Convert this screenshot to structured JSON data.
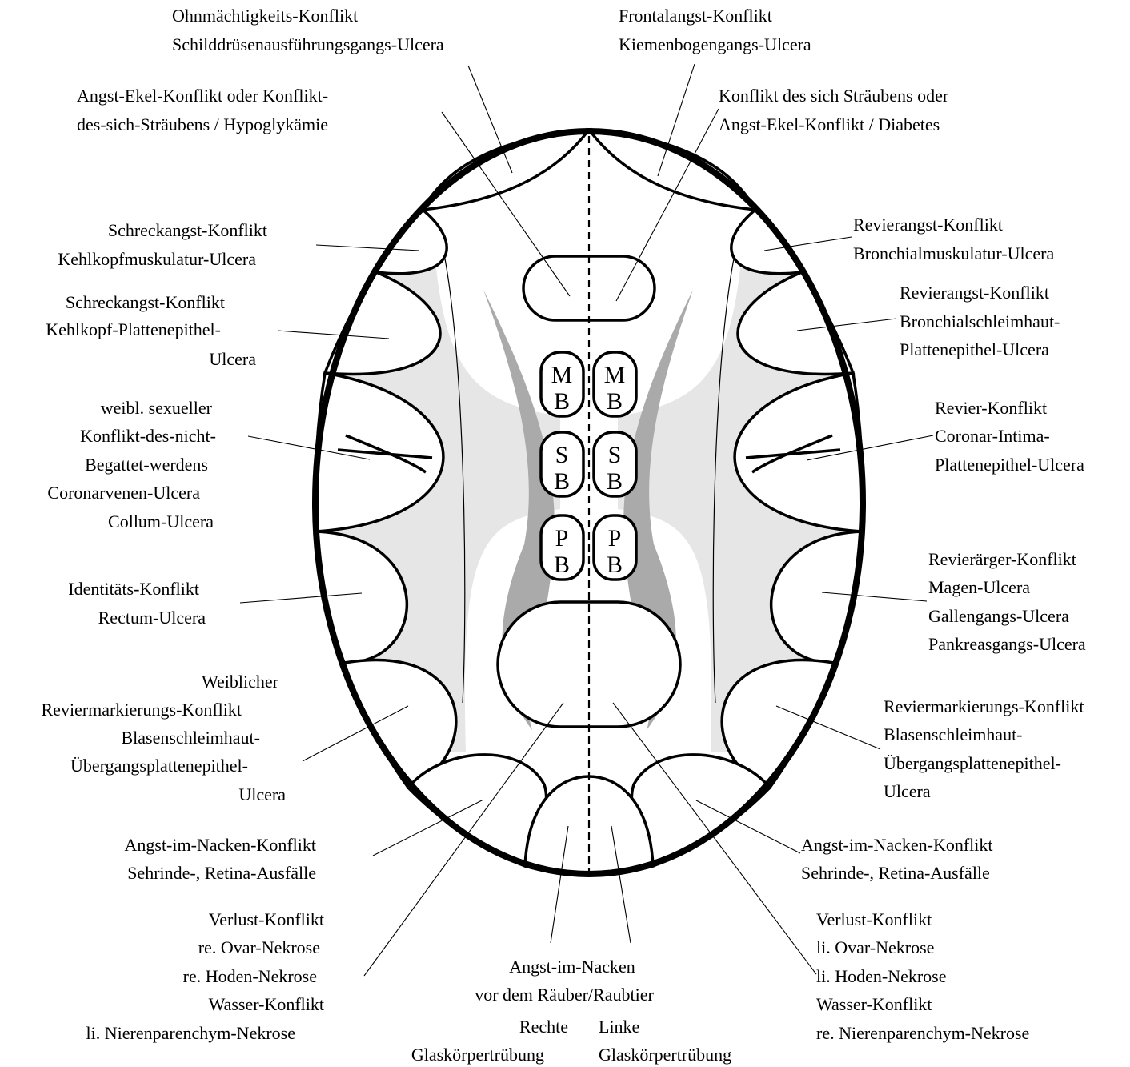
{
  "colors": {
    "outline": "#000000",
    "shade_light": "#e6e6e6",
    "shade_dark": "#aaaaaa",
    "background": "#ffffff"
  },
  "left": {
    "ohnmacht": [
      "Ohnmächtigkeits-Konflikt",
      "Schilddrüsenausführungsgangs-Ulcera"
    ],
    "angst_ekel": [
      "Angst-Ekel-Konflikt oder Konflikt-",
      "des-sich-Sträubens / Hypoglykämie"
    ],
    "schreck1": [
      "Schreckangst-Konflikt",
      "Kehlkopfmuskulatur-Ulcera"
    ],
    "schreck2": [
      "Schreckangst-Konflikt",
      "Kehlkopf-Plattenepithel-",
      "Ulcera"
    ],
    "sexuell": [
      "weibl. sexueller",
      "Konflikt-des-nicht-",
      "Begattet-werdens",
      "Coronarvenen-Ulcera",
      "Collum-Ulcera"
    ],
    "identitaet": [
      "Identitäts-Konflikt",
      "Rectum-Ulcera"
    ],
    "reviermarkierung": [
      "Weiblicher",
      "Reviermarkierungs-Konflikt",
      "Blasenschleimhaut-",
      "Übergangsplattenepithel-",
      "Ulcera"
    ],
    "nacken": [
      "Angst-im-Nacken-Konflikt",
      "Sehrinde-, Retina-Ausfälle"
    ],
    "verlust": [
      "Verlust-Konflikt",
      "re. Ovar-Nekrose",
      "re. Hoden-Nekrose",
      "Wasser-Konflikt",
      "li. Nierenparenchym-Nekrose"
    ]
  },
  "right": {
    "frontalangst": [
      "Frontalangst-Konflikt",
      "Kiemenbogengangs-Ulcera"
    ],
    "straeuben": [
      "Konflikt des sich Sträubens oder",
      "Angst-Ekel-Konflikt / Diabetes"
    ],
    "revierangst1": [
      "Revierangst-Konflikt",
      "Bronchialmuskulatur-Ulcera"
    ],
    "revierangst2": [
      "Revierangst-Konflikt",
      "Bronchialschleimhaut-",
      "Plattenepithel-Ulcera"
    ],
    "revier": [
      "Revier-Konflikt",
      "Coronar-Intima-",
      "Plattenepithel-Ulcera"
    ],
    "revieraerger": [
      "Revierärger-Konflikt",
      "Magen-Ulcera",
      "Gallengangs-Ulcera",
      "Pankreasgangs-Ulcera"
    ],
    "reviermarkierung": [
      "Reviermarkierungs-Konflikt",
      "Blasenschleimhaut-",
      "Übergangsplattenepithel-",
      "Ulcera"
    ],
    "nacken": [
      "Angst-im-Nacken-Konflikt",
      "Sehrinde-, Retina-Ausfälle"
    ],
    "verlust": [
      "Verlust-Konflikt",
      "li. Ovar-Nekrose",
      "li. Hoden-Nekrose",
      "Wasser-Konflikt",
      "re. Nierenparenchym-Nekrose"
    ]
  },
  "bottom": {
    "center": [
      "Angst-im-Nacken",
      "vor dem Räuber/Raubtier"
    ],
    "right_vitreous": [
      "Rechte",
      "Glaskörpertrübung"
    ],
    "left_vitreous": [
      "Linke",
      "Glaskörpertrübung"
    ]
  },
  "boxes": {
    "mb": [
      "M",
      "B"
    ],
    "sb": [
      "S",
      "B"
    ],
    "pb": [
      "P",
      "B"
    ]
  }
}
